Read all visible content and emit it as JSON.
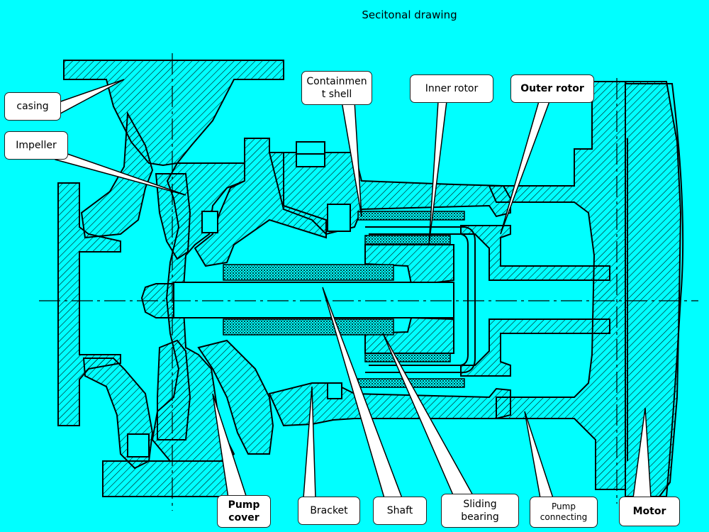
{
  "title": "Secitonal drawing",
  "labels": {
    "casing": "casing",
    "impeller": "Impeller",
    "containment_shell_1": "Containmen",
    "containment_shell_2": "t shell",
    "inner_rotor": "Inner rotor",
    "outer_rotor": "Outer rotor",
    "pump_cover_1": "Pump",
    "pump_cover_2": "cover",
    "bracket": "Bracket",
    "shaft": "Shaft",
    "sliding_bearing_1": "Sliding",
    "sliding_bearing_2": "bearing",
    "pump_connecting_1": "Pump",
    "pump_connecting_2": "connecting",
    "motor": "Motor"
  },
  "colors": {
    "background": "#00ffff",
    "lines": "#000000",
    "label_fill": "#ffffff"
  }
}
